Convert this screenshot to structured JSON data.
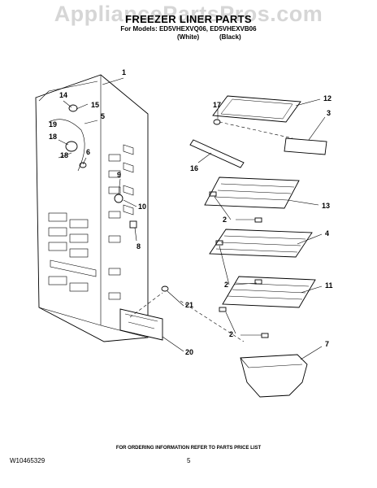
{
  "watermark": "AppliancePartsPros.com",
  "header": {
    "title": "FREEZER LINER PARTS",
    "models_line": "For Models: ED5VHEXVQ06, ED5VHEXVB06",
    "variant_white": "(White)",
    "variant_black": "(Black)"
  },
  "callouts": [
    "1",
    "14",
    "15",
    "5",
    "19",
    "18",
    "18",
    "6",
    "9",
    "10",
    "8",
    "21",
    "20",
    "17",
    "12",
    "3",
    "16",
    "13",
    "2",
    "4",
    "2",
    "11",
    "2",
    "7"
  ],
  "footer": {
    "note": "FOR ORDERING INFORMATION REFER TO PARTS PRICE LIST",
    "doc_number": "W10465329",
    "page_number": "5"
  }
}
